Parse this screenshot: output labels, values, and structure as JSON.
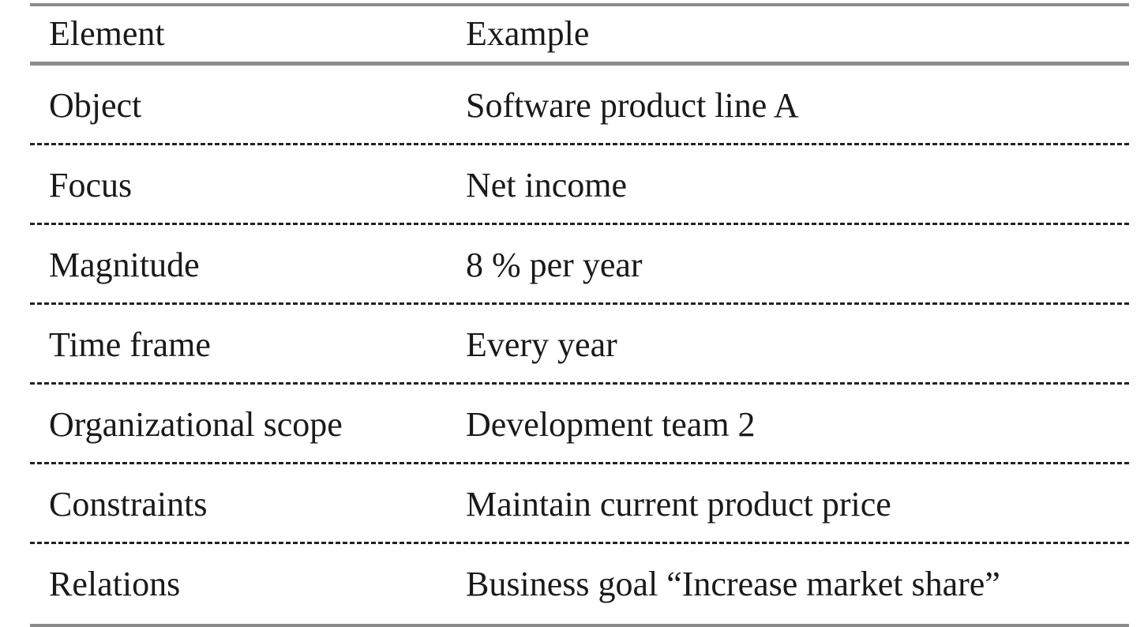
{
  "table": {
    "headers": {
      "element": "Element",
      "example": "Example"
    },
    "rows": [
      {
        "element": "Object",
        "example": "Software product line A"
      },
      {
        "element": "Focus",
        "example": "Net income"
      },
      {
        "element": "Magnitude",
        "example": "8 % per year"
      },
      {
        "element": "Time frame",
        "example": "Every year"
      },
      {
        "element": "Organizational scope",
        "example": "Development team 2"
      },
      {
        "element": "Constraints",
        "example": "Maintain current product price"
      },
      {
        "element": "Relations",
        "example": "Business goal “Increase market share”"
      }
    ]
  }
}
